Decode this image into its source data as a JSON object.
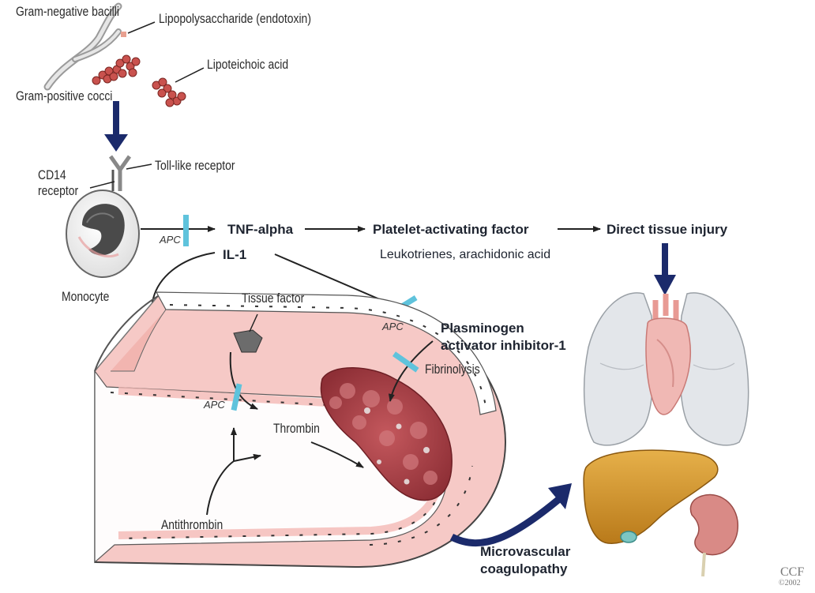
{
  "labels": {
    "gram_negative": "Gram-negative bacilli",
    "lps": "Lipopolysaccharide (endotoxin)",
    "lta": "Lipoteichoic acid",
    "gram_positive": "Gram-positive cocci",
    "cd14": "CD14 receptor",
    "toll": "Toll-like receptor",
    "monocyte": "Monocyte",
    "apc": "APC",
    "tnf": "TNF-alpha",
    "il1": "IL-1",
    "paf": "Platelet-activating factor",
    "leuko": "Leukotrienes, arachidonic acid",
    "direct": "Direct tissue injury",
    "tissue_factor": "Tissue factor",
    "pai_line1": "Plasminogen",
    "pai_line2": "activator inhibitor-1",
    "fibrinolysis": "Fibrinolysis",
    "thrombin": "Thrombin",
    "antithrombin": "Antithrombin",
    "micro_line1": "Microvascular",
    "micro_line2": "coagulopathy",
    "ccf": "CCF",
    "ccf_year": "©2002"
  },
  "colors": {
    "arrow_navy": "#1b2a6b",
    "apc_bar": "#5fc3dc",
    "vessel_lumen": "#f6c9c6",
    "clot": "#b5464d",
    "bacteria": "#c9524e",
    "lung": "#e3e6ea",
    "liver": "#d69a2e",
    "kidney": "#d98a86",
    "heart": "#f0b8b4"
  },
  "icons": [
    "bacillus-icon",
    "coccus-cluster-icon",
    "monocyte-icon",
    "lungs-icon",
    "heart-icon",
    "liver-icon",
    "kidney-icon"
  ]
}
